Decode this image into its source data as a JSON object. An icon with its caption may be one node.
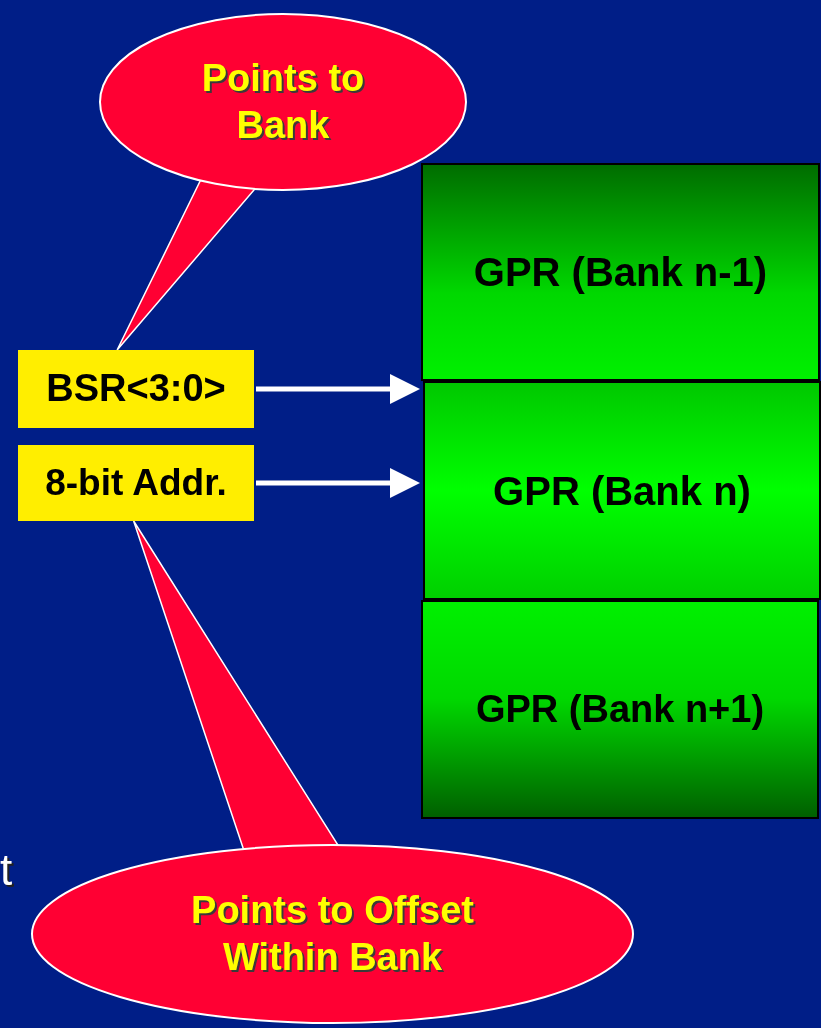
{
  "diagram": {
    "nodes": [
      {
        "text": [
          "Points to Bank"
        ]
      },
      {
        "text": [
          "GPR (Bank n-1)"
        ]
      },
      {
        "text": [
          "BSR<3:0>"
        ]
      },
      {
        "text": [
          "8-bit Addr."
        ]
      },
      {
        "text": [
          "GPR (Bank n)"
        ]
      },
      {
        "text": [
          "GPR (Bank n+1)"
        ]
      },
      {
        "text": [
          "Points to Offset Within Bank"
        ]
      }
    ],
    "edges": [
      {
        "from": 0,
        "to": 2,
        "arrow": "none"
      },
      {
        "from": 2,
        "to": 4,
        "arrow": "to"
      },
      {
        "from": 3,
        "to": 4,
        "arrow": "to"
      },
      {
        "from": 6,
        "to": 3,
        "arrow": "none"
      }
    ],
    "labels": [
      "t"
    ]
  }
}
